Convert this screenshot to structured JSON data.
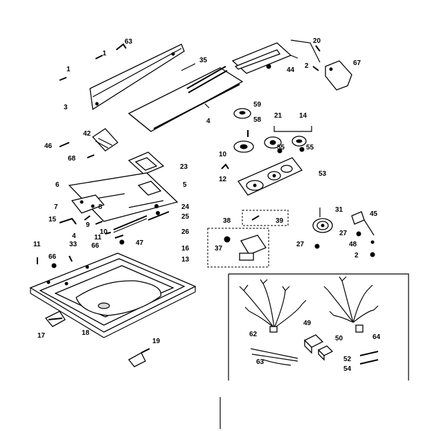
{
  "diagram": {
    "labels": {
      "p63a": "63",
      "p1a": "1",
      "p1b": "1",
      "p35": "35",
      "p3": "3",
      "p20": "20",
      "p2a": "2",
      "p67": "67",
      "p44": "44",
      "p4": "4",
      "p59": "59",
      "p58": "58",
      "p21": "21",
      "p14": "14",
      "p55a": "55",
      "p55b": "55",
      "p42": "42",
      "p46": "46",
      "p68": "68",
      "p23": "23",
      "p10a": "10",
      "p12": "12",
      "p53": "53",
      "p6": "6",
      "p5": "5",
      "p7": "7",
      "p8": "8",
      "p24": "24",
      "p25": "25",
      "p26": "26",
      "p15": "15",
      "p9": "9",
      "p10b": "10",
      "p11a": "11",
      "p4b": "4",
      "p47": "47",
      "p16": "16",
      "p13": "13",
      "p11b": "11",
      "p33": "33",
      "p66a": "66",
      "p66b": "66",
      "p18": "18",
      "p17": "17",
      "p19": "19",
      "p38": "38",
      "p39": "39",
      "p37": "37",
      "p31": "31",
      "p45": "45",
      "p27a": "27",
      "p27b": "27",
      "p48": "48",
      "p2b": "2",
      "p49": "49",
      "p50": "50",
      "p52": "52",
      "p54": "54",
      "p62": "62",
      "p63b": "63",
      "p64": "64"
    }
  }
}
